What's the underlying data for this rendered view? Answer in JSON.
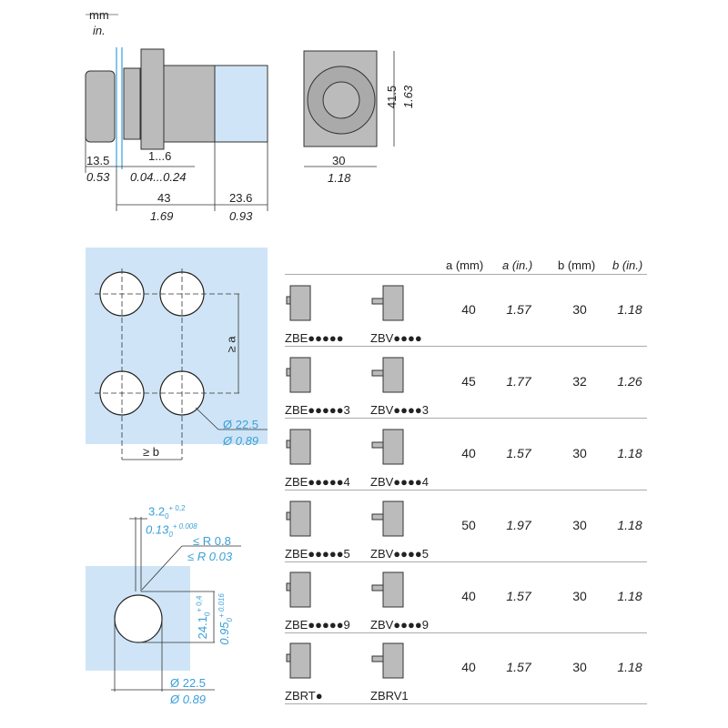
{
  "units": {
    "mm": "mm",
    "in": "in."
  },
  "side_view": {
    "d1_mm": "13.5",
    "d1_in": "0.53",
    "d2_mm": "1...6",
    "d2_in": "0.04...0.24",
    "d3_mm": "43",
    "d3_in": "1.69",
    "d4_mm": "23.6",
    "d4_in": "0.93"
  },
  "front_view": {
    "h_mm": "41.5",
    "h_in": "1.63",
    "w_mm": "30",
    "w_in": "1.18"
  },
  "spacing": {
    "a_label": "≥ a",
    "b_label": "≥ b",
    "dia_mm": "Ø 22.5",
    "dia_in": "Ø 0.89"
  },
  "cutout": {
    "key_mm": "3.2",
    "key_mm_tol": "+ 0,2",
    "key_mm_low": "0",
    "key_in": "0.13",
    "key_in_tol": "+ 0.008",
    "key_in_low": "0",
    "r_mm": "≤ R 0.8",
    "r_in": "≤ R 0.03",
    "h_mm": "24.1",
    "h_mm_tol": "+ 0,4",
    "h_in": "0.95",
    "h_in_tol": "+ 0.016",
    "low": "0",
    "dia_mm": "Ø 22.5",
    "dia_in": "Ø 0.89"
  },
  "colors": {
    "accent": "#3aa0d8",
    "panel": "#cfe5f7"
  },
  "table": {
    "headers": {
      "a_mm": "a (mm)",
      "a_in": "a (in.)",
      "b_mm": "b (mm)",
      "b_in": "b (in.)"
    },
    "rows": [
      {
        "left": "ZBE●●●●●",
        "right": "ZBV●●●●",
        "a_mm": "40",
        "a_in": "1.57",
        "b_mm": "30",
        "b_in": "1.18"
      },
      {
        "left": "ZBE●●●●●3",
        "right": "ZBV●●●●3",
        "a_mm": "45",
        "a_in": "1.77",
        "b_mm": "32",
        "b_in": "1.26"
      },
      {
        "left": "ZBE●●●●●4",
        "right": "ZBV●●●●4",
        "a_mm": "40",
        "a_in": "1.57",
        "b_mm": "30",
        "b_in": "1.18"
      },
      {
        "left": "ZBE●●●●●5",
        "right": "ZBV●●●●5",
        "a_mm": "50",
        "a_in": "1.97",
        "b_mm": "30",
        "b_in": "1.18"
      },
      {
        "left": "ZBE●●●●●9",
        "right": "ZBV●●●●9",
        "a_mm": "40",
        "a_in": "1.57",
        "b_mm": "30",
        "b_in": "1.18"
      },
      {
        "left": "ZBRT●",
        "right": "ZBRV1",
        "a_mm": "40",
        "a_in": "1.57",
        "b_mm": "30",
        "b_in": "1.18"
      }
    ]
  }
}
